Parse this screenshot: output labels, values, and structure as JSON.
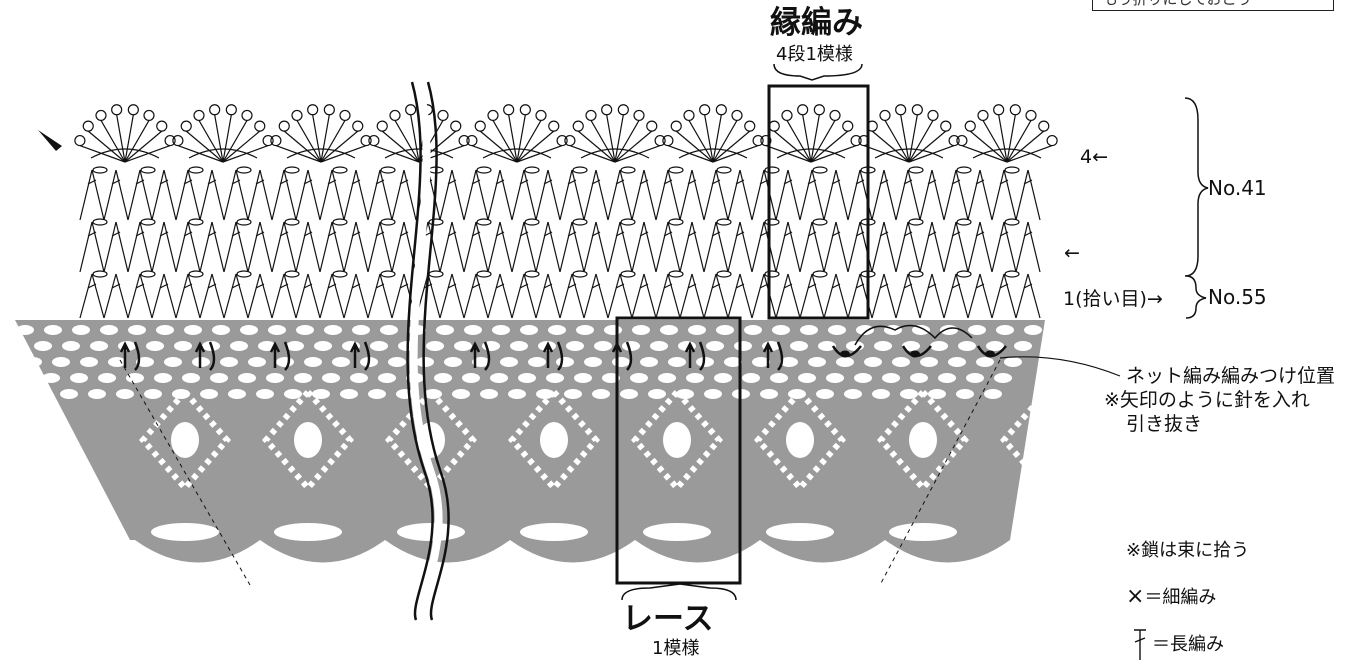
{
  "corner_note": "もう折りにしておこう",
  "edging": {
    "title": "縁編み",
    "repeat": "4段1模様"
  },
  "lace": {
    "title": "レース",
    "repeat": "1模様"
  },
  "rows": {
    "top_row": "4",
    "first_row": "1(拾い目)"
  },
  "yarn": {
    "upper": "No.41",
    "lower": "No.55"
  },
  "attach_note": [
    "ネット編み編みつけ位置",
    "※矢印のように針を入れ",
    "引き抜き"
  ],
  "legend": {
    "chain_note": "※鎖は束に拾う",
    "sc": "＝細編み",
    "dc": "＝長編み",
    "sc_symbol": "×"
  },
  "colors": {
    "lace_fill": "#9a9a9a",
    "ink": "#111111"
  }
}
